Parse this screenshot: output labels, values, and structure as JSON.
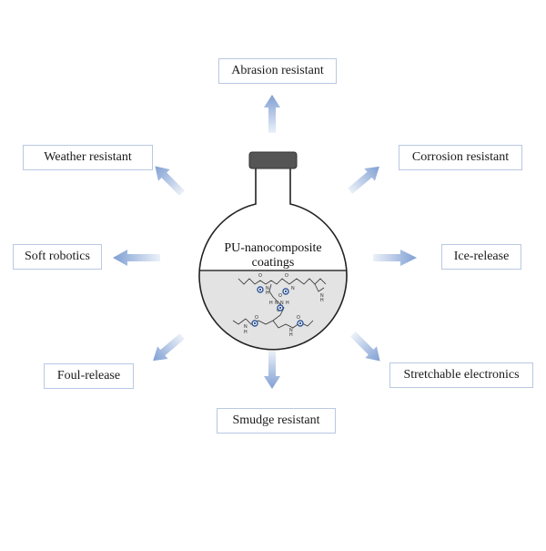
{
  "flask": {
    "title_line1": "PU-nanocomposite",
    "title_line2": "coatings"
  },
  "properties": {
    "abrasion": "Abrasion resistant",
    "weather": "Weather resistant",
    "corrosion": "Corrosion resistant",
    "soft_robotics": "Soft robotics",
    "ice_release": "Ice-release",
    "foul_release": "Foul-release",
    "stretchable": "Stretchable electronics",
    "smudge": "Smudge resistant"
  },
  "structure_atoms": [
    "O",
    "N",
    "H",
    "N",
    "O",
    "O",
    "H",
    "N",
    "N",
    "H",
    "O",
    "N",
    "H",
    "O",
    "N",
    "H",
    "O",
    "N",
    "H"
  ],
  "colors": {
    "arrow": "#7f9fd3",
    "box_border": "#b9c8e3",
    "cap": "#555555",
    "liquid": "#e3e3e3",
    "nanoparticle": "#2f5597"
  }
}
